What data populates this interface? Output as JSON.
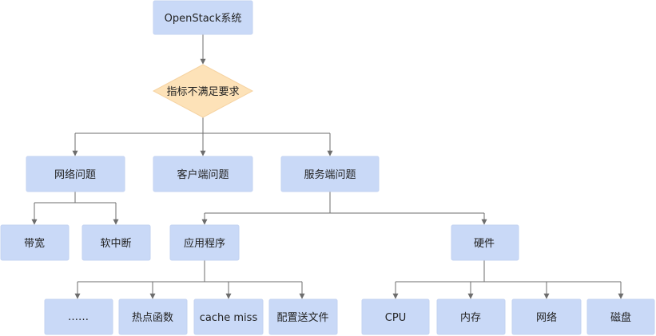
{
  "diagram": {
    "root": "OpenStack系统",
    "decision": "指标不满足要求",
    "level1": {
      "network": "网络问题",
      "client": "客户端问题",
      "server": "服务端问题"
    },
    "network_children": {
      "bandwidth": "带宽",
      "soft_interrupt": "软中断"
    },
    "server_children": {
      "application": "应用程序",
      "hardware": "硬件"
    },
    "application_children": {
      "ellipsis": "……",
      "hot_functions": "热点函数",
      "cache_miss": "cache miss",
      "config_file": "配置送文件"
    },
    "hardware_children": {
      "cpu": "CPU",
      "memory": "内存",
      "network": "网络",
      "disk": "磁盘"
    }
  },
  "colors": {
    "node_fill": "#c9d9f7",
    "decision_fill": "#fde2b8",
    "edge": "#6d6d6d"
  }
}
